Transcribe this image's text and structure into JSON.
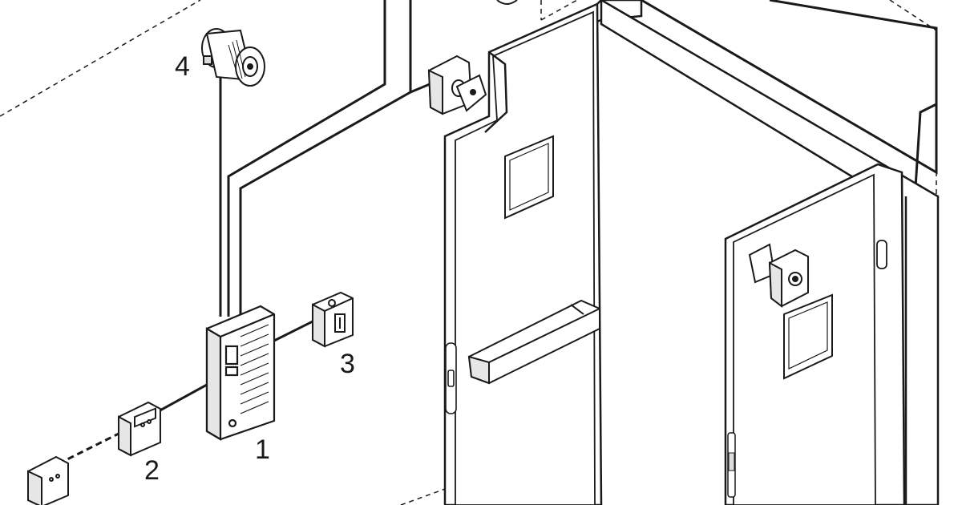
{
  "diagram": {
    "callouts": {
      "n1": "1",
      "n2": "2",
      "n3": "3",
      "n4": "4"
    },
    "colors": {
      "line": "#1a1a1a",
      "fill": "#ffffff",
      "shade": "#dcdcdc"
    }
  }
}
